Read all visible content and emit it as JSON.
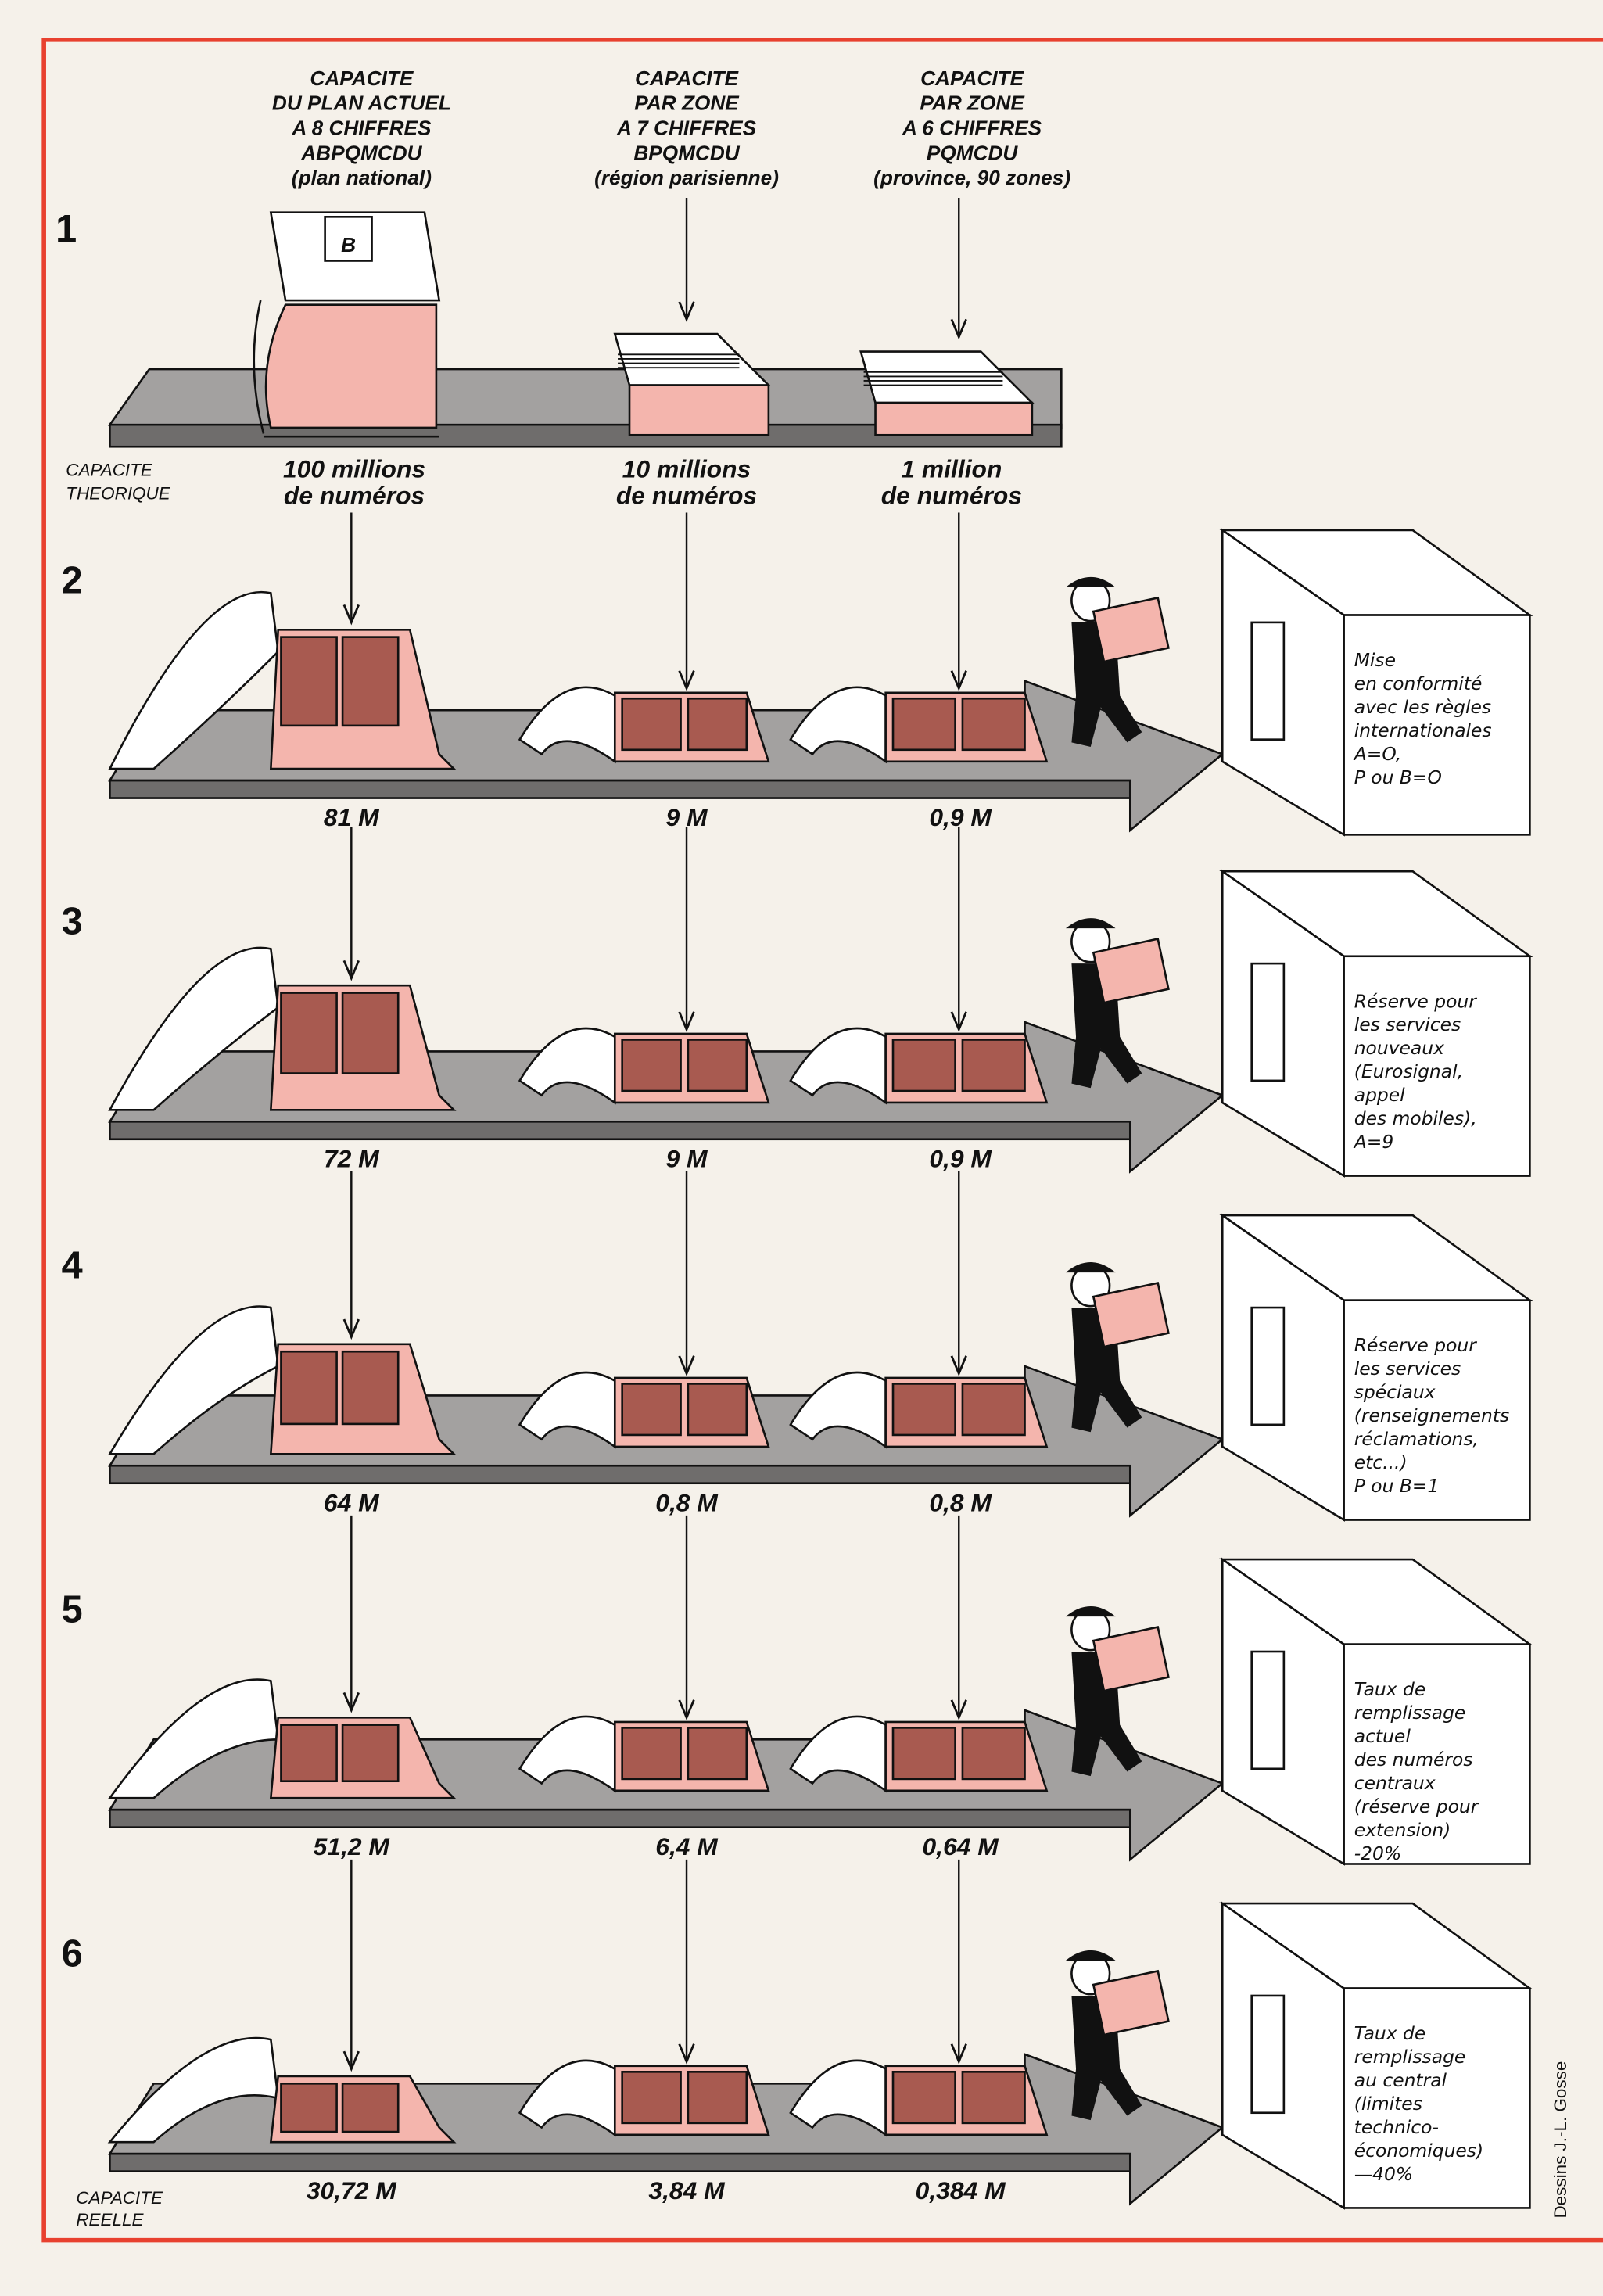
{
  "colors": {
    "frame": "#e8412f",
    "belt_top": "#a3a1a0",
    "belt_front": "#6f6d6c",
    "pink": "#f4b5ad",
    "brown": "#a85a50",
    "ink": "#111111",
    "paper": "#f5f1ea"
  },
  "columns": [
    {
      "header": [
        "CAPACITE",
        "DU PLAN ACTUEL",
        "A 8 CHIFFRES",
        "ABPQMCDU",
        "(plan national)"
      ],
      "theoretical": [
        "100 millions",
        "de numéros"
      ]
    },
    {
      "header": [
        "CAPACITE",
        "PAR ZONE",
        "A 7 CHIFFRES",
        "BPQMCDU",
        "(région parisienne)"
      ],
      "theoretical": [
        "10 millions",
        "de numéros"
      ]
    },
    {
      "header": [
        "CAPACITE",
        "PAR ZONE",
        "A 6 CHIFFRES",
        "PQMCDU",
        "(province, 90 zones)"
      ],
      "theoretical": [
        "1 million",
        "de numéros"
      ]
    }
  ],
  "book_logo": "B",
  "theoretical_label": [
    "CAPACITE",
    "THEORIQUE"
  ],
  "real_label": [
    "CAPACITE",
    "REELLE"
  ],
  "rows": [
    {
      "number": "1"
    },
    {
      "number": "2",
      "values": [
        "81 M",
        "9 M",
        "0,9 M"
      ],
      "note": [
        "Mise",
        "en conformité",
        "avec les règles",
        "internationales",
        "A=O,",
        "P ou B=O"
      ]
    },
    {
      "number": "3",
      "values": [
        "72 M",
        "9 M",
        "0,9 M"
      ],
      "note": [
        "Réserve pour",
        "les services",
        "nouveaux",
        "(Eurosignal,",
        "appel",
        "des mobiles),",
        "A=9"
      ]
    },
    {
      "number": "4",
      "values": [
        "64 M",
        "0,8 M",
        "0,8 M"
      ],
      "note": [
        "Réserve pour",
        "les services",
        "spéciaux",
        "(renseignements",
        "réclamations,",
        "etc...)",
        "P ou B=1"
      ]
    },
    {
      "number": "5",
      "values": [
        "51,2 M",
        "6,4 M",
        "0,64 M"
      ],
      "note": [
        "Taux de",
        "remplissage",
        "actuel",
        "des numéros",
        "centraux",
        "(réserve pour",
        "extension)",
        "-20%"
      ]
    },
    {
      "number": "6",
      "values": [
        "30,72 M",
        "3,84 M",
        "0,384 M"
      ],
      "note": [
        "Taux de",
        "remplissage",
        "au central",
        "(limites",
        "technico-",
        "économiques)",
        "—40%"
      ]
    }
  ],
  "credit": "Dessins J.-L. Gosse"
}
